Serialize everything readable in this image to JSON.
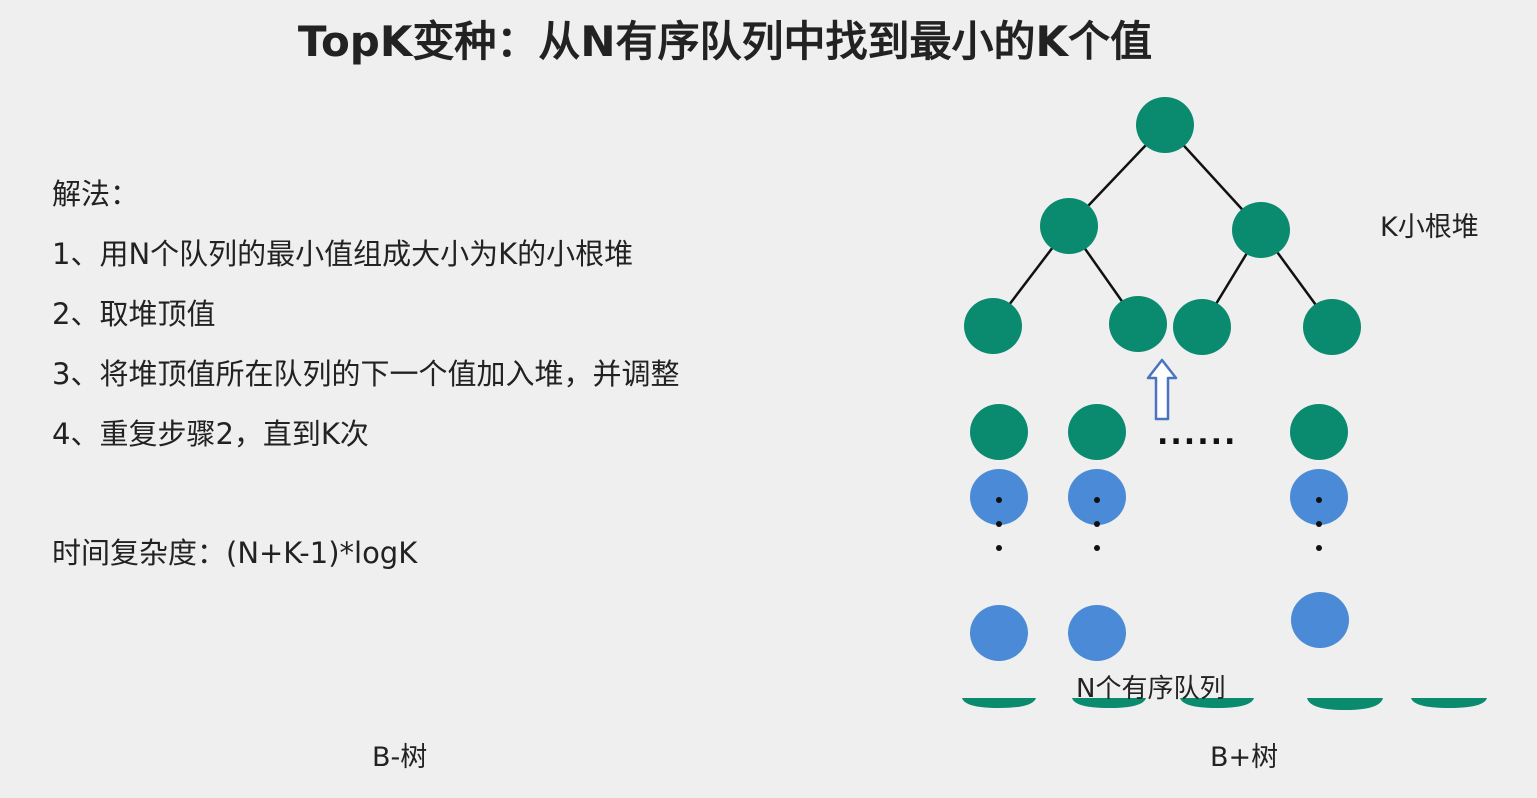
{
  "title": "TopK变种：从N有序队列中找到最小的K个值",
  "solution": {
    "heading": "解法：",
    "steps": [
      "1、用N个队列的最小值组成大小为K的小根堆",
      "2、取堆顶值",
      "3、将堆顶值所在队列的下一个值加入堆，并调整",
      "4、重复步骤2，直到K次"
    ],
    "complexity": "时间复杂度：(N+K-1)*logK"
  },
  "diagram": {
    "heap_label": "K小根堆",
    "queue_label": "N个有序队列",
    "ellipsis": "......",
    "colors": {
      "heap_node": "#0a8a6e",
      "queue_node": "#4a8ad6",
      "arrow": "#4a74c0",
      "edge": "#111111"
    }
  },
  "footer": {
    "left": "B-树",
    "right": "B+树"
  }
}
